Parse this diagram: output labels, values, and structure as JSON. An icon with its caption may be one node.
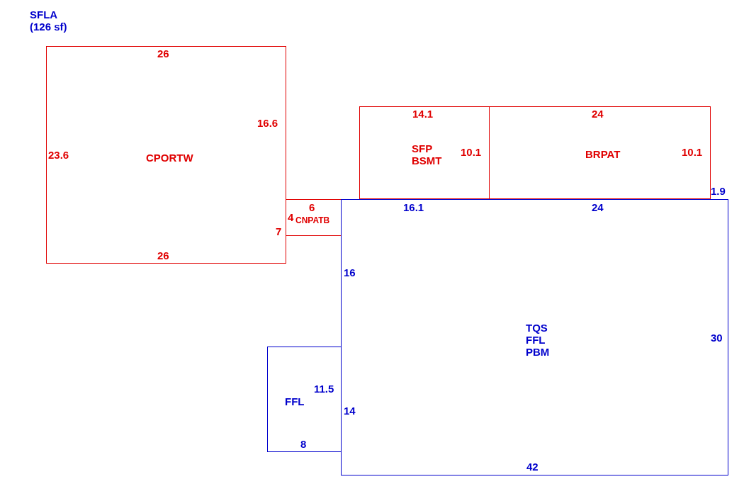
{
  "diagram": {
    "nodes": [
      {
        "text": [
          "CPORTW"
        ]
      },
      {
        "text": [
          "SFP BSMT"
        ]
      },
      {
        "text": [
          "BRPAT"
        ]
      },
      {
        "text": [
          "CNPATB"
        ]
      },
      {
        "text": [
          "TQS FFL PBM"
        ]
      },
      {
        "text": [
          "FFL"
        ]
      }
    ],
    "edges": [],
    "labels": [
      "SFLA (126 sf)",
      "26",
      "14.1",
      "24",
      "16.6",
      "23.6",
      "10.1",
      "10.1",
      "1.9",
      "6",
      "16.1",
      "24",
      "4",
      "7",
      "26",
      "16",
      "30",
      "11.5",
      "14",
      "8",
      "42"
    ]
  }
}
